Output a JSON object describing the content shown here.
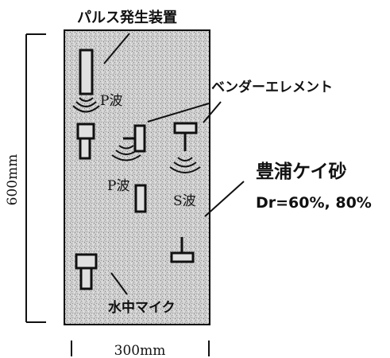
{
  "labels": {
    "pulse_generator": "パルス発生装置",
    "bender_element": "ベンダーエレメント",
    "p_wave_top": "P波",
    "p_wave_mid": "P波",
    "s_wave": "S波",
    "sand_name": "豊浦ケイ砂",
    "density": "Dr=60%, 80%",
    "hydrophone": "水中マイク",
    "height_dim": "600mm",
    "width_dim": "300mm"
  }
}
